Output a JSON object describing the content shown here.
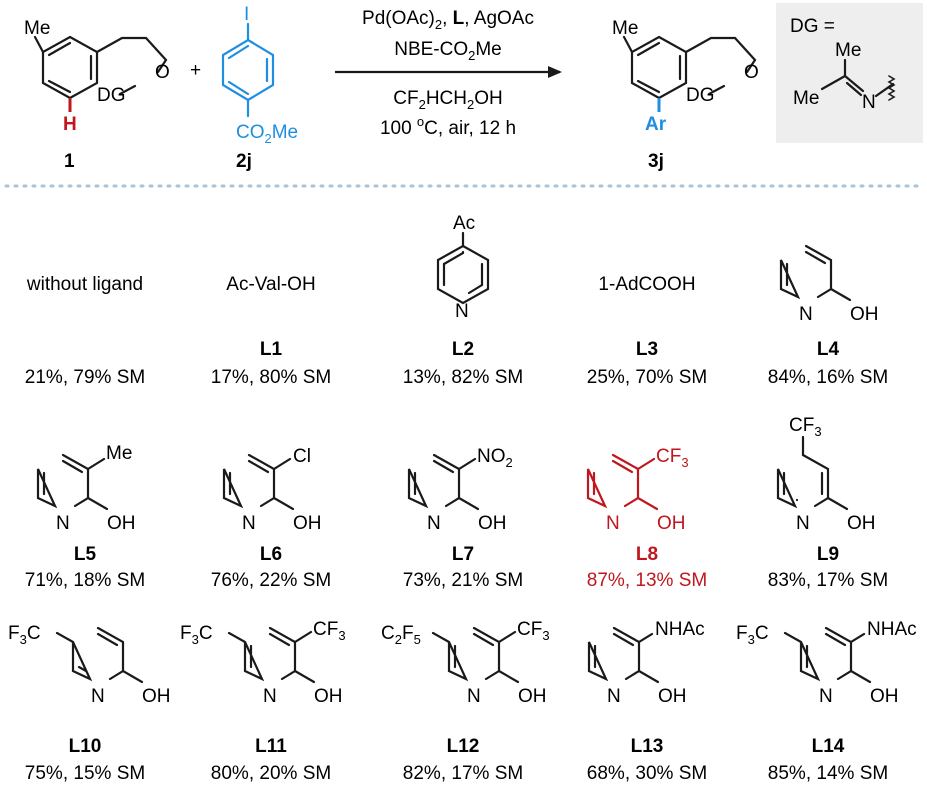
{
  "colors": {
    "highlight": "#c0161d",
    "reagent": "#1e8fe0",
    "box": "#eeeeee",
    "divider": "#a9c3d8",
    "text": "#1a1a1a"
  },
  "scheme": {
    "substrate": {
      "label": "1",
      "me": "Me",
      "dg": "DG",
      "o": "O",
      "h": "H"
    },
    "plus": "+",
    "reagent": {
      "label": "2j",
      "iodo": "I",
      "ester_co": "CO",
      "ester_sub": "2",
      "ester_me": "Me"
    },
    "conditions": {
      "line1_a": "Pd(OAc)",
      "line1_sub": "2",
      "line1_b": ", ",
      "line1_L": "L",
      "line1_c": ", AgOAc",
      "line2_a": "NBE-CO",
      "line2_sub": "2",
      "line2_b": "Me",
      "line3_a": "CF",
      "line3_sub": "2",
      "line3_b": "HCH",
      "line3_sub2": "2",
      "line3_c": "OH",
      "line4_a": "100 ",
      "line4_sup": "o",
      "line4_b": "C, air, 12 h"
    },
    "product": {
      "label": "3j",
      "me": "Me",
      "dg": "DG",
      "o": "O",
      "ar": "Ar"
    },
    "dg_box": {
      "title": "DG =",
      "me1": "Me",
      "me2": "Me",
      "n": "N"
    }
  },
  "entries": [
    {
      "id": "none",
      "name": "without ligand",
      "label": "",
      "yield": "21%, 79% SM"
    },
    {
      "id": "L1",
      "name": "Ac-Val-OH",
      "label": "L1",
      "yield": "17%, 80% SM"
    },
    {
      "id": "L2",
      "label": "L2",
      "yield": "13%, 82% SM",
      "sub": "Ac",
      "n": "N"
    },
    {
      "id": "L3",
      "name": "1-AdCOOH",
      "label": "L3",
      "yield": "25%, 70% SM"
    },
    {
      "id": "L4",
      "label": "L4",
      "yield": "84%, 16% SM",
      "n": "N",
      "oh": "OH"
    },
    {
      "id": "L5",
      "label": "L5",
      "yield": "71%, 18% SM",
      "n": "N",
      "oh": "OH",
      "r3": "Me"
    },
    {
      "id": "L6",
      "label": "L6",
      "yield": "76%, 22% SM",
      "n": "N",
      "oh": "OH",
      "r3": "Cl"
    },
    {
      "id": "L7",
      "label": "L7",
      "yield": "73%, 21% SM",
      "n": "N",
      "oh": "OH",
      "r3a": "NO",
      "r3sub": "2"
    },
    {
      "id": "L8",
      "label": "L8",
      "yield": "87%, 13% SM",
      "n": "N",
      "oh": "OH",
      "r3a": "CF",
      "r3sub": "3"
    },
    {
      "id": "L9",
      "label": "L9",
      "yield": "83%, 17% SM",
      "n": "N",
      "oh": "OH",
      "r4a": "CF",
      "r4sub": "3"
    },
    {
      "id": "L10",
      "label": "L10",
      "yield": "75%, 15% SM",
      "n": "N",
      "oh": "OH",
      "r5a": "F",
      "r5sub": "3",
      "r5b": "C"
    },
    {
      "id": "L11",
      "label": "L11",
      "yield": "80%, 20% SM",
      "n": "N",
      "oh": "OH",
      "r5a": "F",
      "r5sub": "3",
      "r5b": "C",
      "r3a": "CF",
      "r3sub": "3"
    },
    {
      "id": "L12",
      "label": "L12",
      "yield": "82%, 17% SM",
      "n": "N",
      "oh": "OH",
      "r5a": "C",
      "r5sub": "2",
      "r5b": "F",
      "r5sub2": "5",
      "r3a": "CF",
      "r3sub": "3"
    },
    {
      "id": "L13",
      "label": "L13",
      "yield": "68%, 30% SM",
      "n": "N",
      "oh": "OH",
      "r3": "NHAc"
    },
    {
      "id": "L14",
      "label": "L14",
      "yield": "85%, 14% SM",
      "n": "N",
      "oh": "OH",
      "r5a": "F",
      "r5sub": "3",
      "r5b": "C",
      "r3": "NHAc"
    }
  ]
}
